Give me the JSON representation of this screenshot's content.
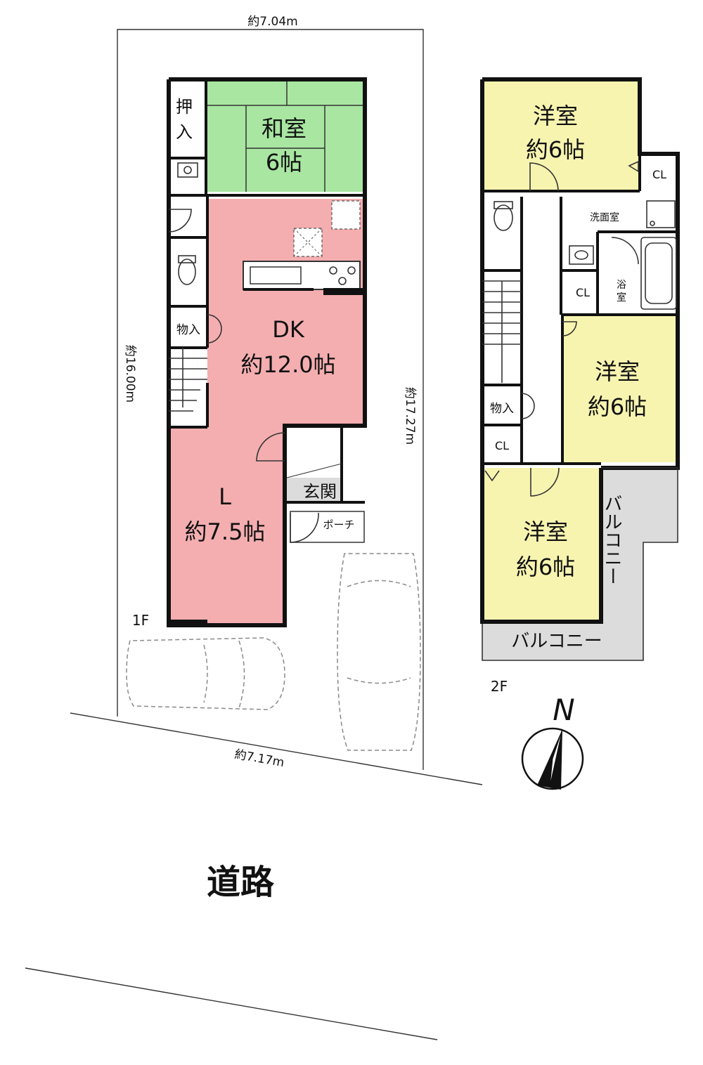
{
  "plan": {
    "dimensions": {
      "top_width": "約7.04m",
      "left_depth": "約16.00m",
      "right_depth": "約17.27m",
      "bottom_width": "約7.17m"
    },
    "road_label": "道路",
    "floor1": {
      "label": "1F",
      "washitsu_name": "和室",
      "washitsu_size": "6帖",
      "oshiire": "押入",
      "storage": "物入",
      "dk_name": "DK",
      "dk_size": "約12.0帖",
      "living_name": "L",
      "living_size": "約7.5帖",
      "genkan": "玄関",
      "porch": "ポーチ"
    },
    "floor2": {
      "label": "2F",
      "room_name": "洋室",
      "room_size": "約6帖",
      "closet": "CL",
      "senmen": "洗面室",
      "bath": "浴室",
      "storage": "物入",
      "balcony": "バルコニー"
    },
    "compass": "N",
    "colors": {
      "washitsu": "#a8e6a1",
      "ldk": "#f4aeb0",
      "youshitsu": "#f7f4b0",
      "balcony": "#dcdcdc"
    }
  }
}
